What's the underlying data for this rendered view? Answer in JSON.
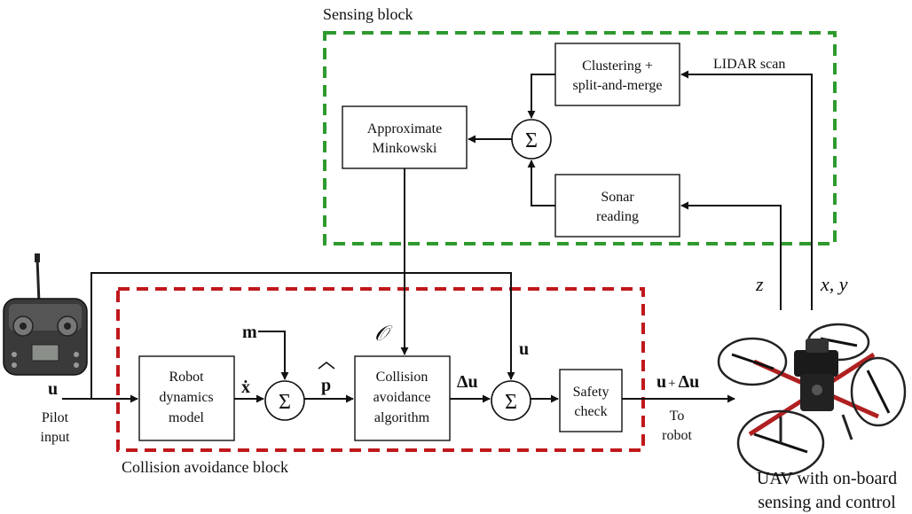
{
  "sensing_block": {
    "label": "Sensing block",
    "border_color": "#2e9a2e",
    "clustering_box": [
      "Clustering +",
      "split-and-merge"
    ],
    "minkowski_box": [
      "Approximate",
      "Minkowski"
    ],
    "sonar_box": [
      "Sonar",
      "reading"
    ],
    "sum_symbol": "Σ",
    "lidar_label": "LIDAR scan"
  },
  "collision_block": {
    "label": "Collision avoidance block",
    "border_color": "#c0181c",
    "dynamics_box": [
      "Robot",
      "dynamics",
      "model"
    ],
    "collision_box": [
      "Collision",
      "avoidance",
      "algorithm"
    ],
    "safety_box": [
      "Safety",
      "check"
    ],
    "sum_symbol": "Σ"
  },
  "signals": {
    "pilot_u": "u",
    "pilot_input": [
      "Pilot",
      "input"
    ],
    "xdot": "ẋ",
    "m": "m",
    "p_hat": "p",
    "obstacles": "𝒪",
    "delta_u": "Δu",
    "u_top": "u",
    "u_plus_prefix": "u",
    "u_plus_mid": "+",
    "u_plus_suffix": "Δu",
    "to_robot": [
      "To",
      "robot"
    ],
    "z": "z",
    "xy": "x, y"
  },
  "uav": {
    "caption": [
      "UAV with on-board",
      "sensing and control"
    ]
  },
  "icons": [
    "rc-transmitter-icon",
    "quadrotor-uav-icon"
  ]
}
